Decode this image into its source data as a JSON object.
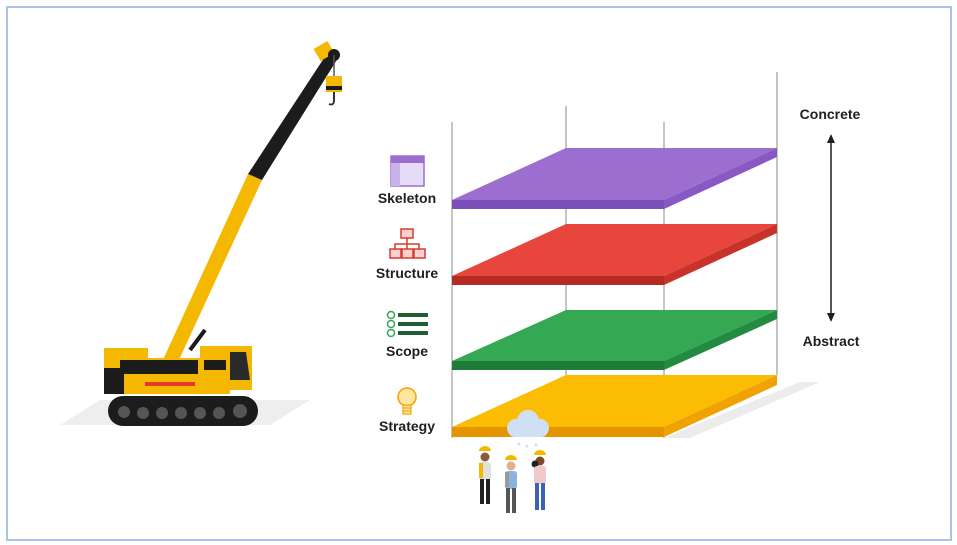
{
  "layers": [
    {
      "id": "skeleton",
      "label": "Skeleton",
      "color": "#9b6ed0",
      "icon": "window-icon"
    },
    {
      "id": "structure",
      "label": "Structure",
      "color": "#e8453c",
      "icon": "sitemap-icon"
    },
    {
      "id": "scope",
      "label": "Scope",
      "color": "#34a853",
      "icon": "checklist-icon"
    },
    {
      "id": "strategy",
      "label": "Strategy",
      "color": "#fbbc04",
      "icon": "lightbulb-icon"
    }
  ],
  "axis": {
    "top_label": "Concrete",
    "bottom_label": "Abstract"
  },
  "colors": {
    "frame": "#a9c4ea",
    "crane_yellow": "#f5b800",
    "boom_black": "#1c1c1c",
    "posts": "#b0b0b0"
  }
}
